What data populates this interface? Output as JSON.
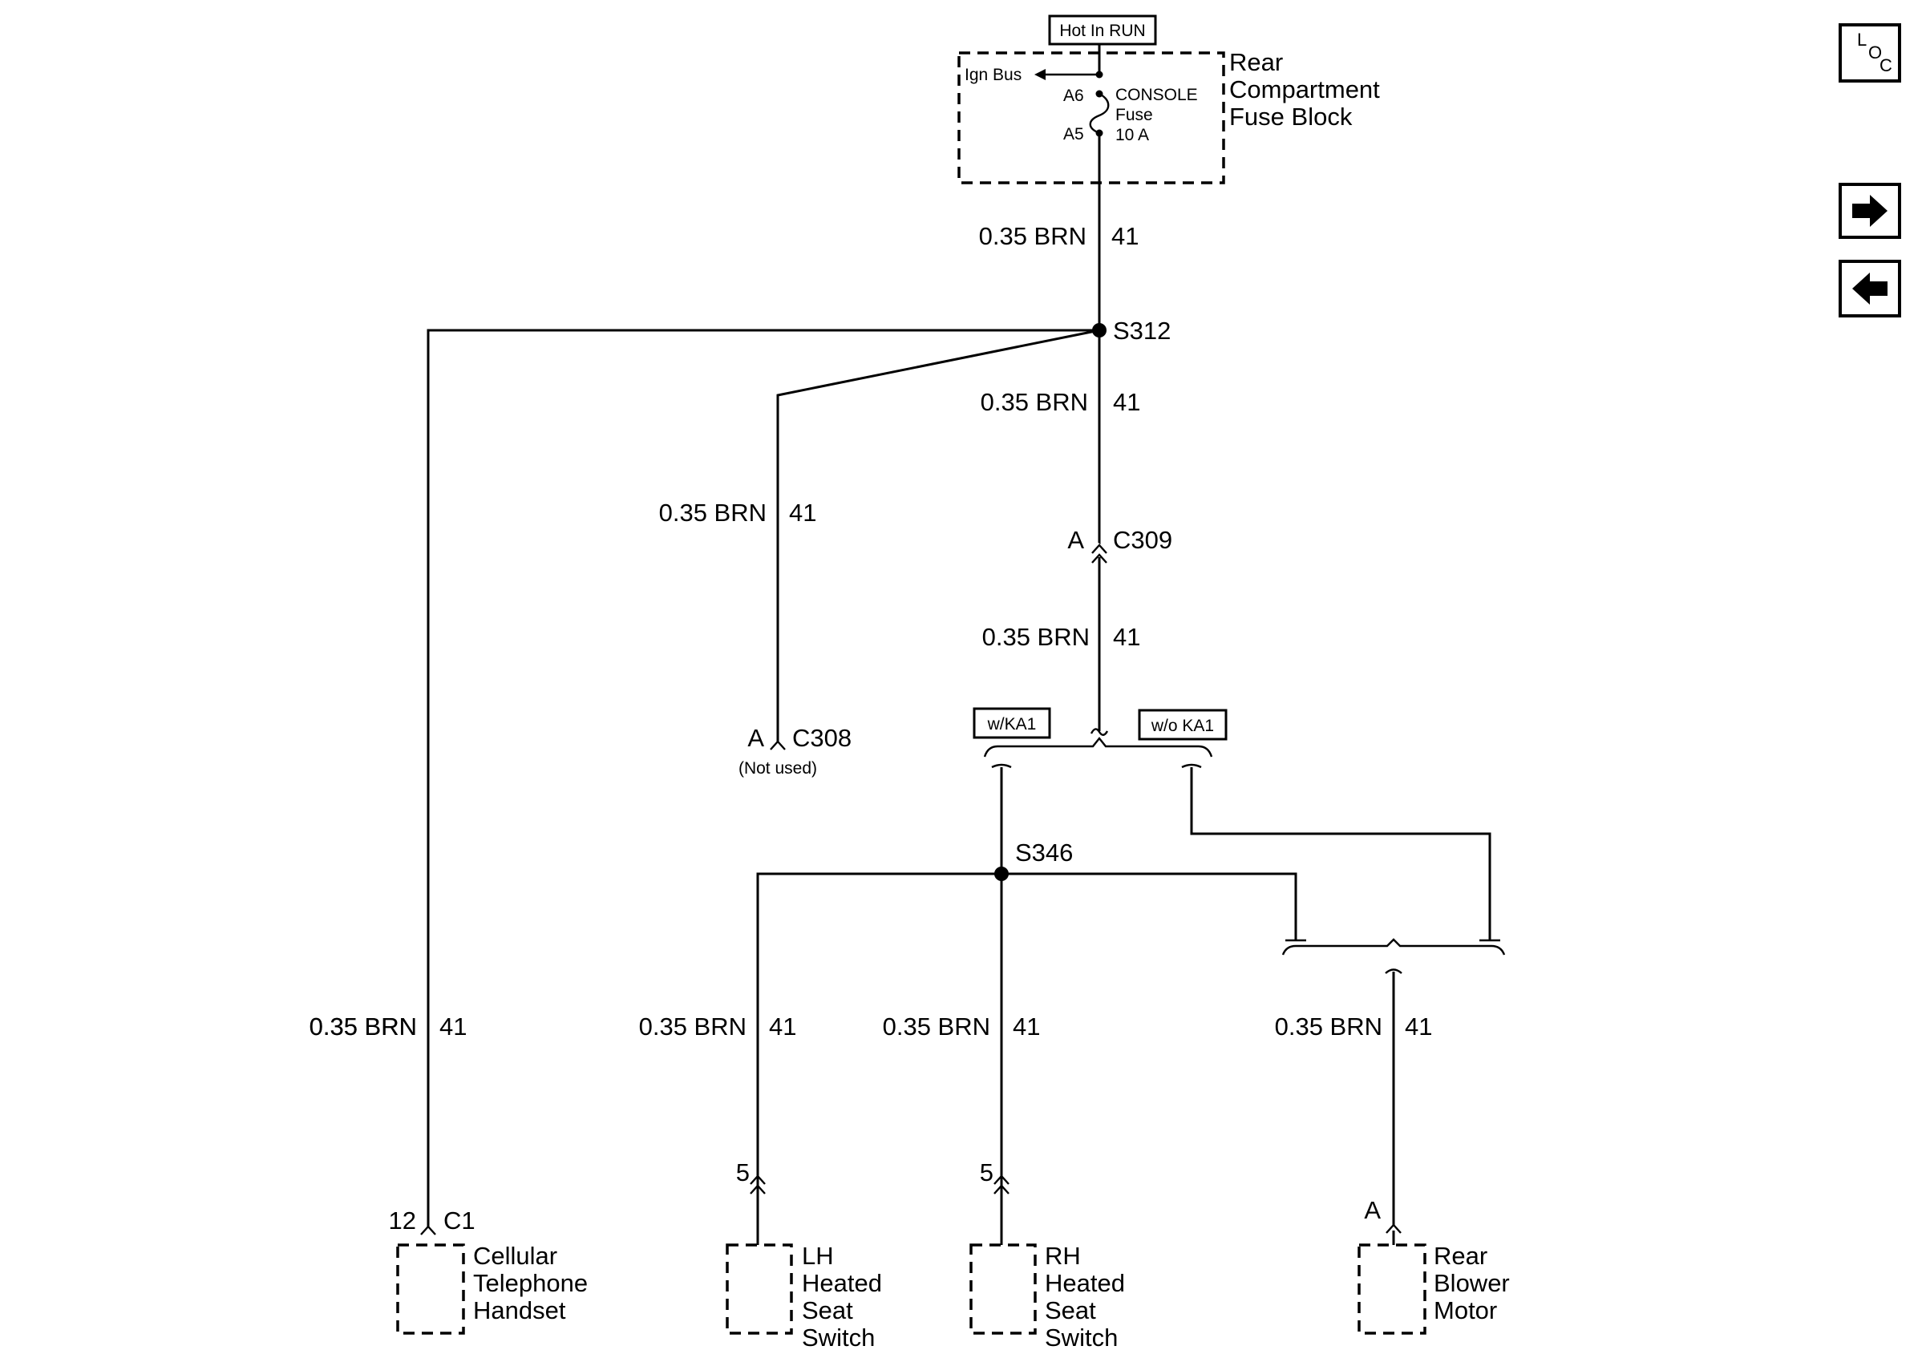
{
  "header_box": "Hot In RUN",
  "fuse_block": {
    "name_lines": [
      "Rear",
      "Compartment",
      "Fuse Block"
    ],
    "ign_bus": "Ign Bus",
    "pin_top": "A6",
    "pin_bottom": "A5",
    "fuse_lines": [
      "CONSOLE",
      "Fuse",
      "10 A"
    ]
  },
  "wire": {
    "gauge_color": "0.35 BRN",
    "circuit": "41"
  },
  "splices": {
    "s312": "S312",
    "s346": "S346"
  },
  "connectors": {
    "c309": {
      "pin": "A",
      "name": "C309"
    },
    "c308": {
      "pin": "A",
      "name": "C308",
      "note": "(Not used)"
    }
  },
  "options": {
    "with": "w/KA1",
    "without": "w/o KA1"
  },
  "components": {
    "cellular": {
      "pin": "12",
      "connector": "C1",
      "name_lines": [
        "Cellular",
        "Telephone",
        "Handset"
      ]
    },
    "lh_seat": {
      "pin": "5",
      "name_lines": [
        "LH",
        "Heated",
        "Seat",
        "Switch"
      ]
    },
    "rh_seat": {
      "pin": "5",
      "name_lines": [
        "RH",
        "Heated",
        "Seat",
        "Switch"
      ]
    },
    "blower": {
      "pin": "A",
      "name_lines": [
        "Rear",
        "Blower",
        "Motor"
      ]
    }
  },
  "nav": {
    "loc_icon": "loc-icon",
    "loc_letters": [
      "L",
      "O",
      "C"
    ],
    "next_icon": "arrow-right-icon",
    "prev_icon": "arrow-left-icon"
  }
}
